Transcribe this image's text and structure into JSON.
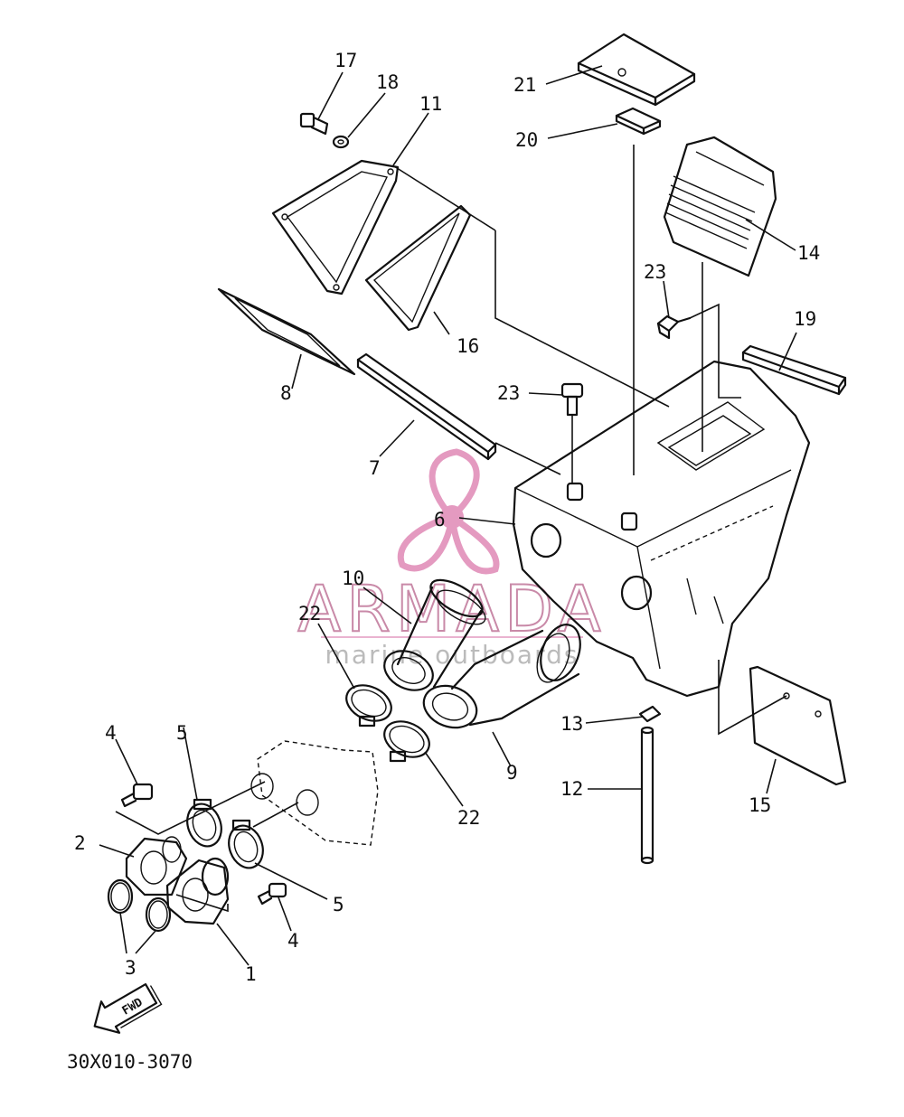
{
  "diagram_code": "30X010-3070",
  "fwd_label": "FWD",
  "watermark": {
    "brand": "ARMADA",
    "tagline": "marine outboards",
    "color": "#e49ac0"
  },
  "callouts": [
    {
      "id": "1",
      "text": "1"
    },
    {
      "id": "2",
      "text": "2"
    },
    {
      "id": "3",
      "text": "3"
    },
    {
      "id": "4a",
      "text": "4"
    },
    {
      "id": "4b",
      "text": "4"
    },
    {
      "id": "5a",
      "text": "5"
    },
    {
      "id": "5b",
      "text": "5"
    },
    {
      "id": "6",
      "text": "6"
    },
    {
      "id": "7",
      "text": "7"
    },
    {
      "id": "8",
      "text": "8"
    },
    {
      "id": "9",
      "text": "9"
    },
    {
      "id": "10",
      "text": "10"
    },
    {
      "id": "11",
      "text": "11"
    },
    {
      "id": "12",
      "text": "12"
    },
    {
      "id": "13",
      "text": "13"
    },
    {
      "id": "14",
      "text": "14"
    },
    {
      "id": "15",
      "text": "15"
    },
    {
      "id": "16",
      "text": "16"
    },
    {
      "id": "17",
      "text": "17"
    },
    {
      "id": "18",
      "text": "18"
    },
    {
      "id": "19",
      "text": "19"
    },
    {
      "id": "20",
      "text": "20"
    },
    {
      "id": "21",
      "text": "21"
    },
    {
      "id": "22a",
      "text": "22"
    },
    {
      "id": "22b",
      "text": "22"
    },
    {
      "id": "23a",
      "text": "23"
    },
    {
      "id": "23b",
      "text": "23"
    }
  ]
}
